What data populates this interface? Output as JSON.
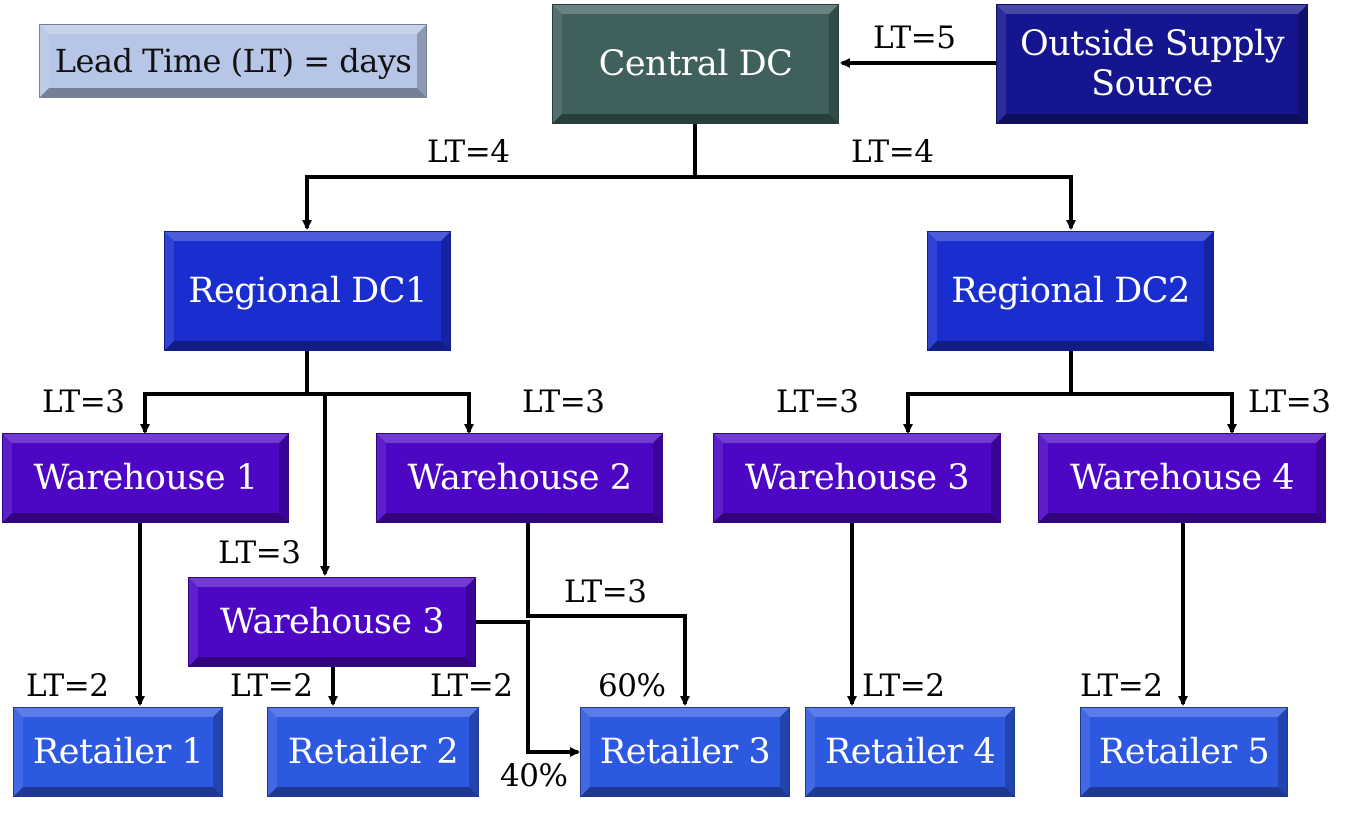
{
  "legend": {
    "text": "Lead Time (LT) = days"
  },
  "nodes": {
    "central_dc": "Central DC",
    "outside_supply": "Outside Supply Source",
    "regional_dc1": "Regional  DC1",
    "regional_dc2": "Regional  DC2",
    "warehouse_1": "Warehouse 1",
    "warehouse_2": "Warehouse 2",
    "warehouse_3_dc1": "Warehouse 3",
    "warehouse_3_dc2": "Warehouse 3",
    "warehouse_4": "Warehouse 4",
    "retailer_1": "Retailer 1",
    "retailer_2": "Retailer 2",
    "retailer_3": "Retailer 3",
    "retailer_4": "Retailer 4",
    "retailer_5": "Retailer 5"
  },
  "edges": [
    {
      "from": "outside_supply",
      "to": "central_dc",
      "label": "LT=5"
    },
    {
      "from": "central_dc",
      "to": "regional_dc1",
      "label": "LT=4"
    },
    {
      "from": "central_dc",
      "to": "regional_dc2",
      "label": "LT=4"
    },
    {
      "from": "regional_dc1",
      "to": "warehouse_1",
      "label": "LT=3"
    },
    {
      "from": "regional_dc1",
      "to": "warehouse_3_dc1",
      "label": "LT=3"
    },
    {
      "from": "regional_dc1",
      "to": "warehouse_2",
      "label": "LT=3"
    },
    {
      "from": "regional_dc2",
      "to": "warehouse_3_dc2",
      "label": "LT=3"
    },
    {
      "from": "regional_dc2",
      "to": "warehouse_4",
      "label": "LT=3"
    },
    {
      "from": "warehouse_1",
      "to": "retailer_1",
      "label": "LT=2"
    },
    {
      "from": "warehouse_3_dc1",
      "to": "retailer_2",
      "label": "LT=2"
    },
    {
      "from": "warehouse_3_dc1",
      "to": "retailer_3",
      "label": "LT=2",
      "share": "40%"
    },
    {
      "from": "warehouse_2",
      "to": "retailer_3",
      "label": "LT=3",
      "share": "60%"
    },
    {
      "from": "warehouse_3_dc2",
      "to": "retailer_4",
      "label": "LT=2"
    },
    {
      "from": "warehouse_4",
      "to": "retailer_5",
      "label": "LT=2"
    }
  ]
}
